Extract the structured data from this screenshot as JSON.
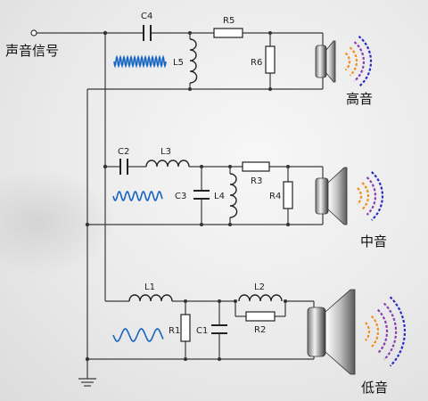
{
  "input_label": "声音信号",
  "branches": {
    "high": {
      "name": "高音",
      "components": {
        "c": "C4",
        "r_series": "R5",
        "l": "L5",
        "r_shunt": "R6"
      }
    },
    "mid": {
      "name": "中音",
      "components": {
        "c_series": "C2",
        "l_series": "L3",
        "c_shunt": "C3",
        "l_shunt": "L4",
        "r_series": "R3",
        "r_shunt": "R4"
      }
    },
    "low": {
      "name": "低音",
      "components": {
        "l_series": "L1",
        "r_shunt": "R1",
        "c_shunt": "C1",
        "l_par": "L2",
        "r_par": "R2"
      }
    }
  },
  "colors": {
    "wire": "#3a3a3a",
    "signal_wave": "#1565c0",
    "wave_orange": "#f0901e",
    "wave_purple": "#8a3fb0",
    "wave_blue": "#2b2bc0"
  }
}
